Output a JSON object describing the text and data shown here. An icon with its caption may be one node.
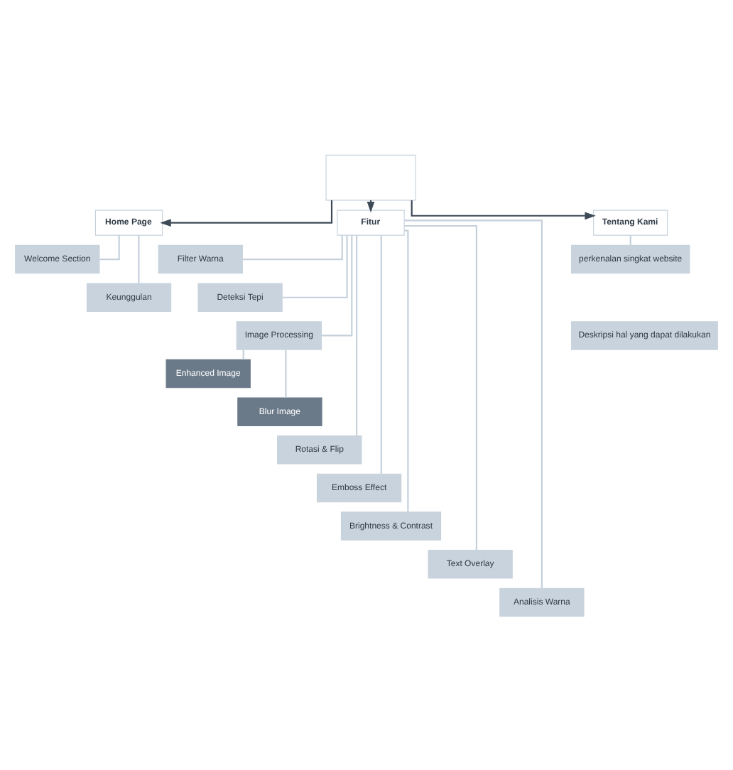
{
  "diagram": {
    "nodes": [
      {
        "text": [],
        "shape": "box"
      },
      {
        "text": [
          "Home Page"
        ]
      },
      {
        "text": [
          "Fitur"
        ]
      },
      {
        "text": [
          "Tentang Kami"
        ]
      },
      {
        "text": [
          "Welcome Section"
        ]
      },
      {
        "text": [
          "Keunggulan"
        ]
      },
      {
        "text": [
          "Deskripsi hal yang dapat dilakukan"
        ]
      },
      {
        "text": [
          "Filter Warna"
        ]
      },
      {
        "text": [
          "Deteksi Tepi"
        ]
      },
      {
        "text": [
          "Image Processing"
        ]
      },
      {
        "text": [
          "Enhanced Image"
        ]
      },
      {
        "text": [
          "Blur Image"
        ]
      },
      {
        "text": [
          "Rotasi & Flip"
        ]
      },
      {
        "text": [
          "Emboss Effect"
        ]
      },
      {
        "text": [
          "Brightness & Contrast"
        ]
      },
      {
        "text": [
          "Text Overlay"
        ]
      },
      {
        "text": [
          "Analisis Warna"
        ]
      },
      {
        "text": [
          "perkenalan singkat website"
        ]
      }
    ],
    "edges": [
      {
        "from": 0,
        "to": 1,
        "arrow": "to",
        "color": "#3d4a57"
      },
      {
        "from": 0,
        "to": 2,
        "arrow": "to",
        "color": "#3d4a57"
      },
      {
        "from": 0,
        "to": 3,
        "arrow": "to",
        "color": "#3d4a57"
      },
      {
        "from": 1,
        "to": 4,
        "arrow": "none"
      },
      {
        "from": 1,
        "to": 5,
        "arrow": "none"
      },
      {
        "from": 2,
        "to": 7,
        "arrow": "none"
      },
      {
        "from": 2,
        "to": 8,
        "arrow": "none"
      },
      {
        "from": 2,
        "to": 9,
        "arrow": "none"
      },
      {
        "from": 9,
        "to": 10,
        "arrow": "none"
      },
      {
        "from": 9,
        "to": 11,
        "arrow": "none"
      },
      {
        "from": 2,
        "to": 12,
        "arrow": "none"
      },
      {
        "from": 2,
        "to": 13,
        "arrow": "none"
      },
      {
        "from": 2,
        "to": 14,
        "arrow": "none"
      },
      {
        "from": 2,
        "to": 15,
        "arrow": "none"
      },
      {
        "from": 2,
        "to": 16,
        "arrow": "none"
      },
      {
        "from": 3,
        "to": 17,
        "arrow": "none"
      }
    ]
  }
}
